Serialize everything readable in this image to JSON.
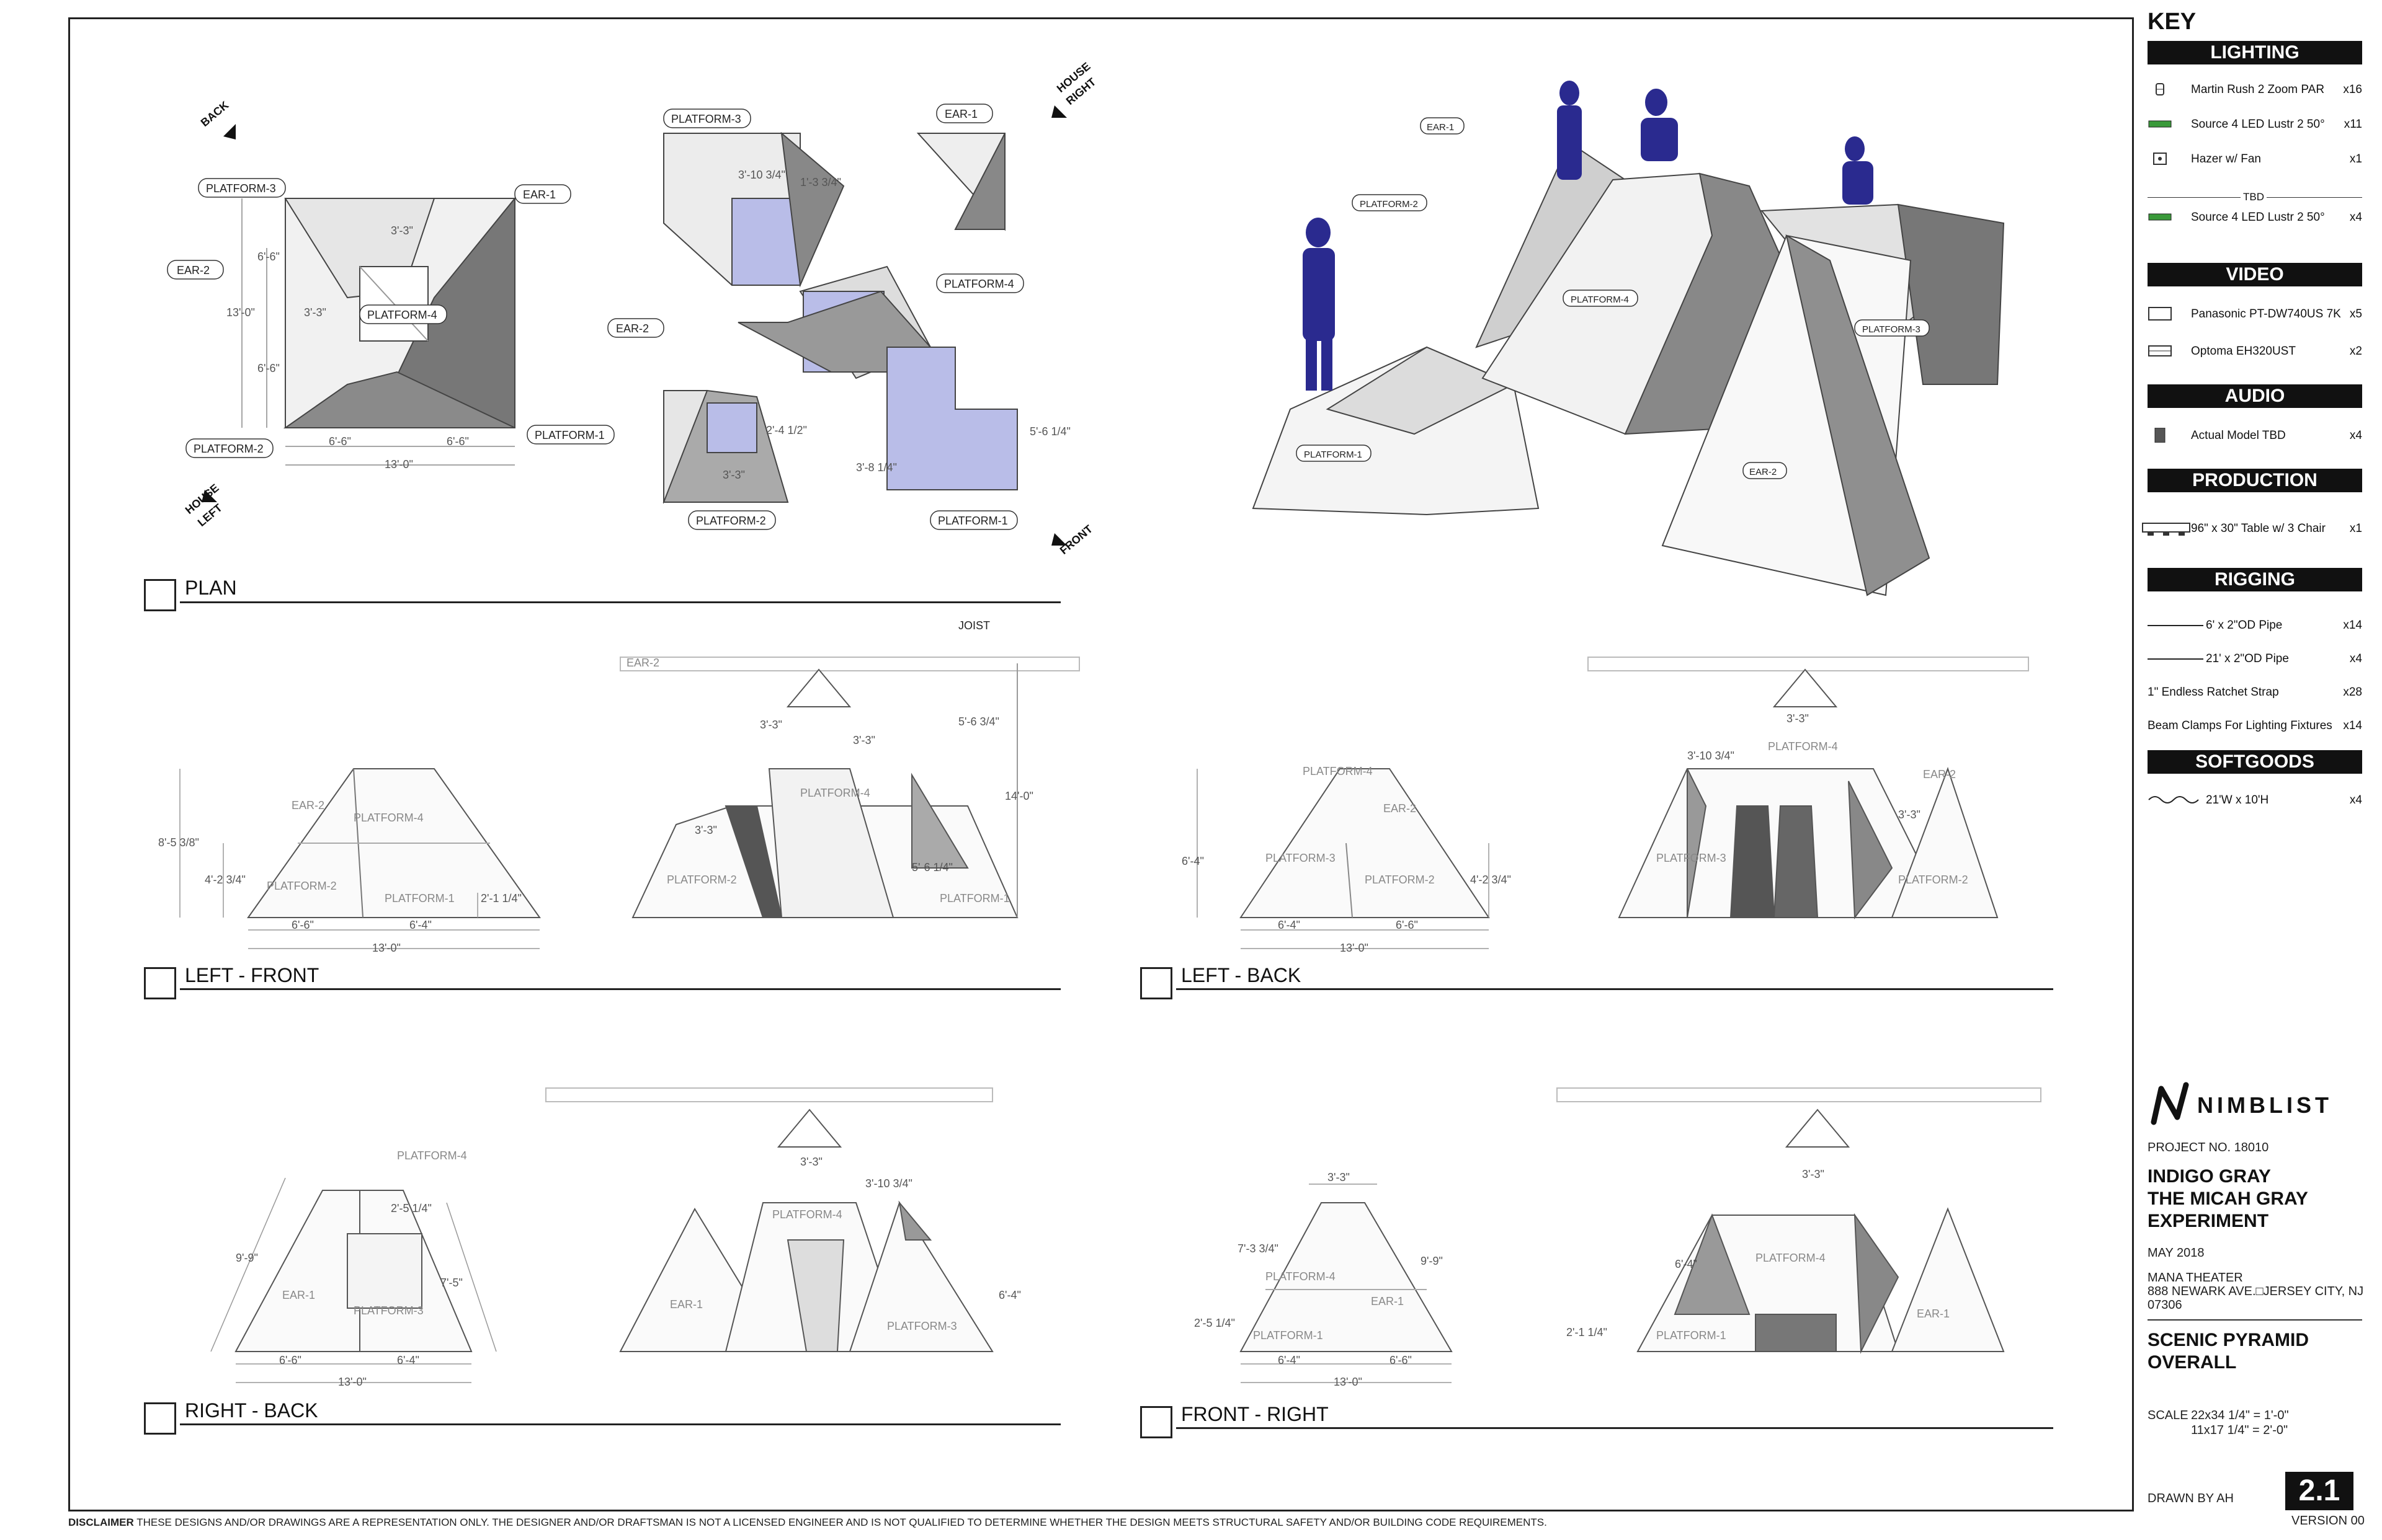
{
  "key": {
    "title": "KEY",
    "lighting": {
      "header": "LIGHTING",
      "items": [
        {
          "label": "Martin Rush 2 Zoom PAR",
          "qty": "x16",
          "icon": "par-fixture-icon"
        },
        {
          "label": "Source 4 LED Lustr 2 50°",
          "qty": "x11",
          "icon": "ellipsoidal-fixture-icon"
        },
        {
          "label": "Hazer w/ Fan",
          "qty": "x1",
          "icon": "hazer-icon"
        }
      ],
      "tbd_label": "TBD",
      "tbd_items": [
        {
          "label": "Source 4 LED Lustr 2 50°",
          "qty": "x4",
          "icon": "ellipsoidal-fixture-icon"
        }
      ]
    },
    "video": {
      "header": "VIDEO",
      "items": [
        {
          "label": "Panasonic PT-DW740US 7K",
          "qty": "x5",
          "icon": "projector-icon"
        },
        {
          "label": "Optoma EH320UST",
          "qty": "x2",
          "icon": "projector-icon"
        }
      ]
    },
    "audio": {
      "header": "AUDIO",
      "items": [
        {
          "label": "Actual Model TBD",
          "qty": "x4",
          "icon": "speaker-icon"
        }
      ]
    },
    "production": {
      "header": "PRODUCTION",
      "items": [
        {
          "label": "96\" x 30\" Table w/ 3 Chair",
          "qty": "x1",
          "icon": "table-icon"
        }
      ]
    },
    "rigging": {
      "header": "RIGGING",
      "items": [
        {
          "label": "6' x 2\"OD Pipe",
          "qty": "x14"
        },
        {
          "label": "21' x 2\"OD Pipe",
          "qty": "x4"
        },
        {
          "label": "1\" Endless Ratchet Strap",
          "qty": "x28"
        },
        {
          "label": "Beam Clamps For Lighting Fixtures",
          "qty": "x14"
        }
      ]
    },
    "softgoods": {
      "header": "SOFTGOODS",
      "items": [
        {
          "label": "21'W x 10'H",
          "qty": "x4",
          "icon": "curtain-icon"
        }
      ]
    }
  },
  "title_block": {
    "logo": "NIMBLIST",
    "project_no": "PROJECT NO. 18010",
    "show_title_1": "INDIGO GRAY",
    "show_title_2": "THE MICAH GRAY",
    "show_title_3": "EXPERIMENT",
    "date": "MAY 2018",
    "venue": "MANA THEATER",
    "address_1": "888 NEWARK AVE.□JERSEY CITY, NJ",
    "address_2": "07306",
    "sheet_title_1": "SCENIC PYRAMID",
    "sheet_title_2": "OVERALL",
    "scale_label": "SCALE",
    "scale_1": "22x34  1/4\" = 1'-0\"",
    "scale_2": "11x17  1/4\" = 2'-0\"",
    "drawn_by": "DRAWN BY AH",
    "sheet_number": "2.1",
    "version": "VERSION 00"
  },
  "disclaimer": {
    "lead": "DISCLAIMER",
    "text": " THESE DESIGNS AND/OR DRAWINGS ARE A REPRESENTATION ONLY. THE DESIGNER AND/OR DRAFTSMAN IS NOT A LICENSED ENGINEER AND IS NOT QUALIFIED TO DETERMINE WHETHER THE DESIGN MEETS STRUCTURAL SAFETY AND/OR BUILDING CODE REQUIREMENTS."
  },
  "views": {
    "plan": "PLAN",
    "left_front": "LEFT - FRONT",
    "left_back": "LEFT - BACK",
    "right_back": "RIGHT - BACK",
    "front_right": "FRONT -  RIGHT"
  },
  "tags": {
    "platform_1": "PLATFORM-1",
    "platform_2": "PLATFORM-2",
    "platform_3": "PLATFORM-3",
    "platform_4": "PLATFORM-4",
    "ear_1": "EAR-1",
    "ear_2": "EAR-2",
    "joist": "JOIST",
    "back": "BACK",
    "house_left_1": "HOUSE",
    "house_left_2": "LEFT",
    "house_right_1": "HOUSE",
    "house_right_2": "RIGHT",
    "front": "FRONT"
  },
  "dims": {
    "d_13_0": "13'-0\"",
    "d_6_6": "6'-6\"",
    "d_3_3": "3'-3\"",
    "d_6_4": "6'-4\"",
    "d_3_10_34": "3'-10 3/4\"",
    "d_1_3_34": "1'-3 3/4\"",
    "d_2_4_12": "2'-4 1/2\"",
    "d_5_6_14": "5'-6 1/4\"",
    "d_3_8_14": "3'-8 1/4\"",
    "d_8_5_38": "8'-5 3/8\"",
    "d_4_2_34": "4'-2 3/4\"",
    "d_2_1_14": "2'-1 1/4\"",
    "d_5_6_34": "5'-6 3/4\"",
    "d_14_0": "14'-0\"",
    "d_9_9": "9'-9\"",
    "d_2_5_14": "2'-5 1/4\"",
    "d_7_5": "7'-5\"",
    "d_7_3_34": "7'-3 3/4\"",
    "d_6_4b": "6'-4\""
  }
}
